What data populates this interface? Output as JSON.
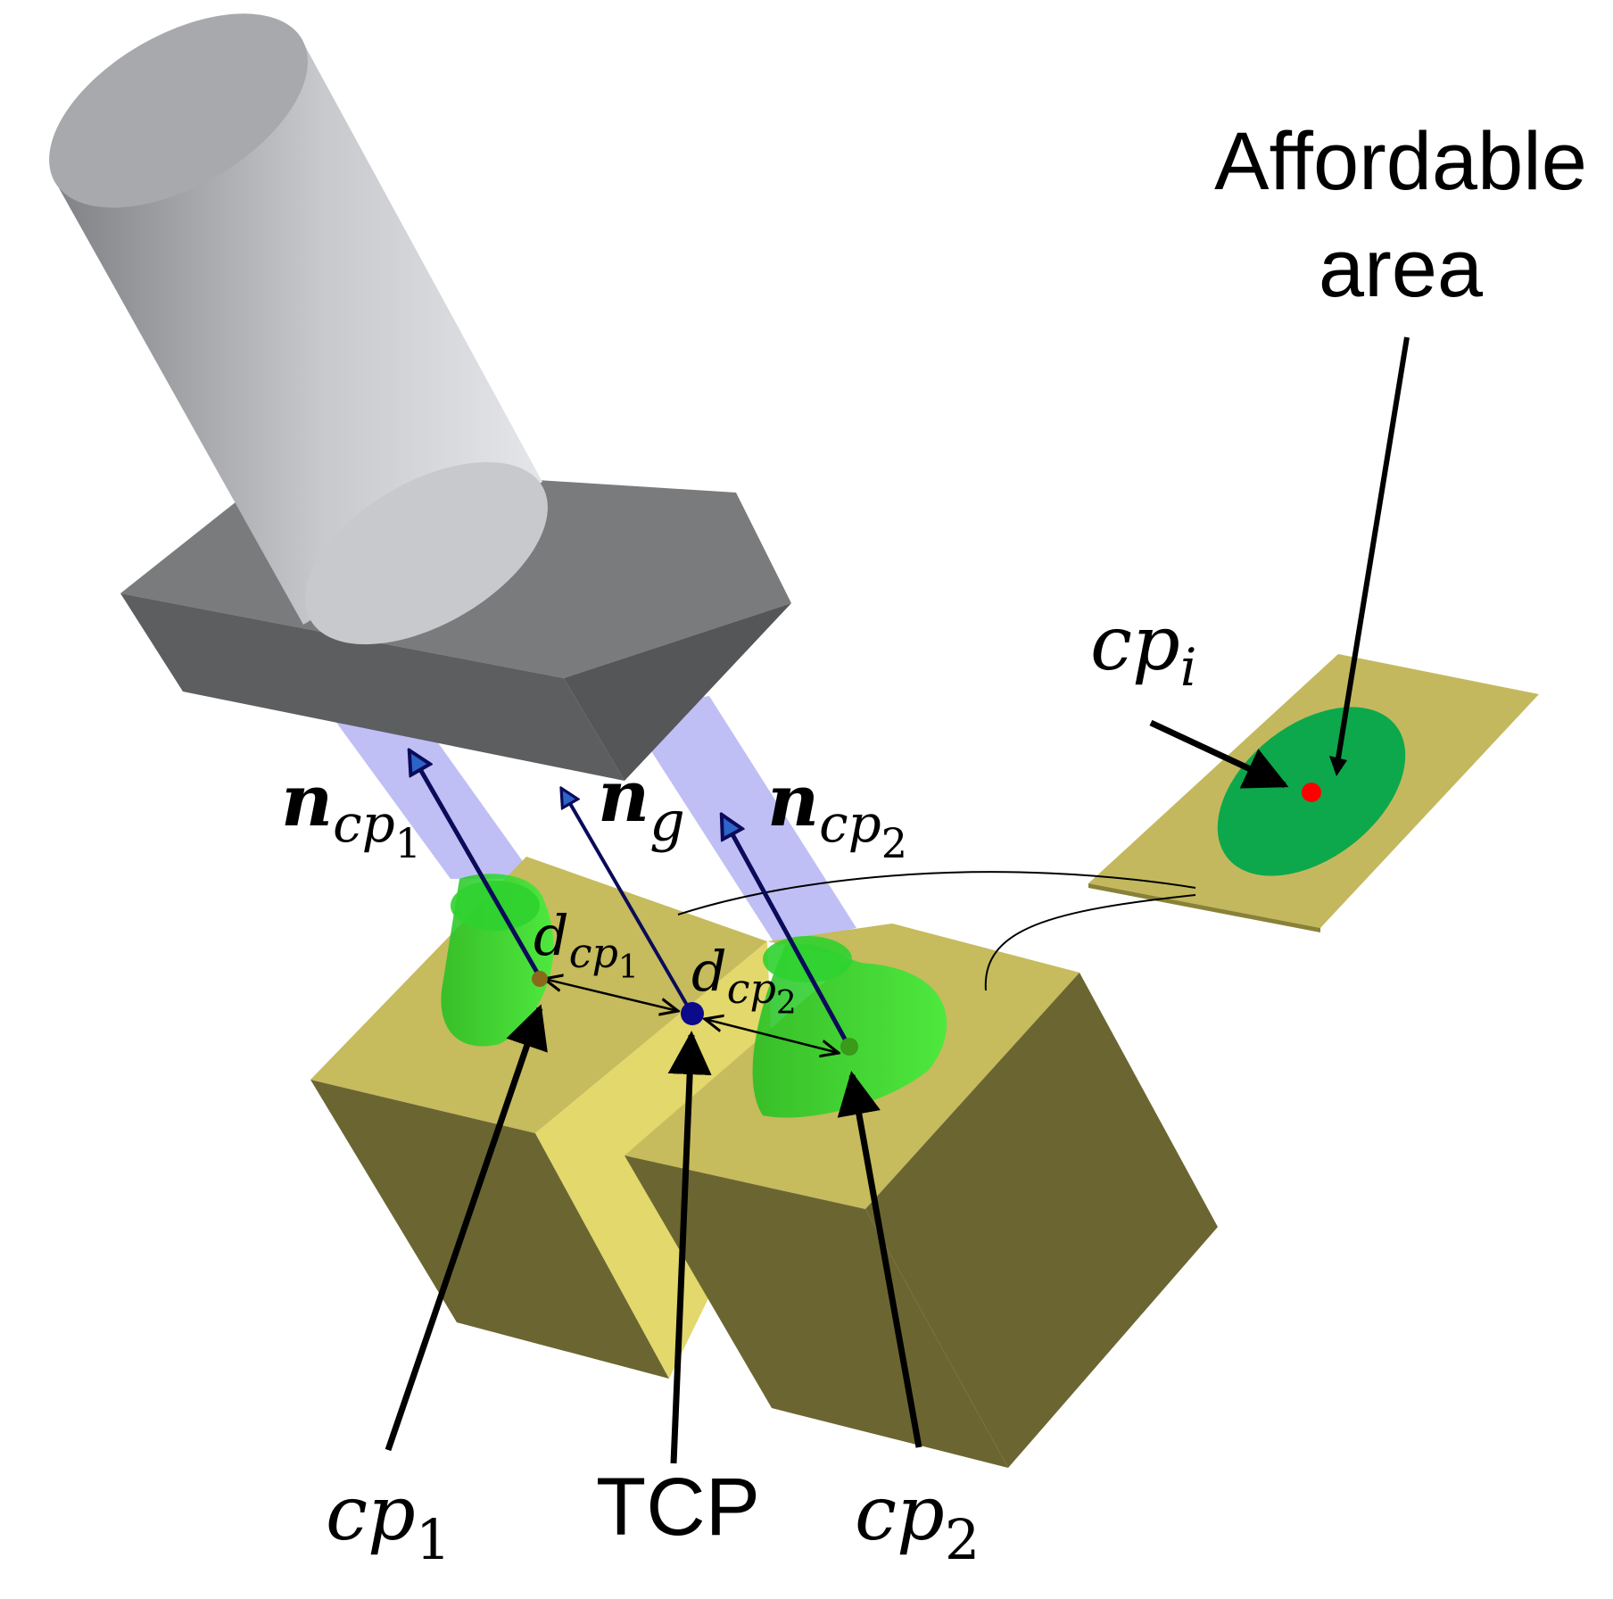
{
  "colors": {
    "gripper_top": "#7a7b7d",
    "gripper_front": "#5d5e60",
    "gripper_side": "#555658",
    "cylinder_light": "#e6e8ea",
    "cylinder_dark": "#888a8e",
    "beam": "#a9a9f2",
    "block_top": "#c6bb5d",
    "block_side": "#6b6631",
    "block_gap": "#e2d86b",
    "cone": "#2ee82e",
    "plate": "#c4b85e",
    "affordable_area": "#0da84c",
    "point_marker": "#ff0000",
    "tcp_point": "#0a0a8a",
    "normal_arrow": "#0b0b5a",
    "arrow_head_fill": "#2d64c8"
  },
  "labels": {
    "affordable_area_line1": "Affordable",
    "affordable_area_line2": "area",
    "cpi_main": "cp",
    "cpi_sub": "i",
    "n_cp1_main": "n",
    "n_cp1_sub": "cp",
    "n_cp1_subsub": "1",
    "n_g_main": "n",
    "n_g_sub": "g",
    "n_cp2_main": "n",
    "n_cp2_sub": "cp",
    "n_cp2_subsub": "2",
    "d_cp1_main": "d",
    "d_cp1_sub": "cp",
    "d_cp1_subsub": "1",
    "d_cp2_main": "d",
    "d_cp2_sub": "cp",
    "d_cp2_subsub": "2",
    "cp1_main": "cp",
    "cp1_sub": "1",
    "tcp": "TCP",
    "cp2_main": "cp",
    "cp2_sub": "2"
  }
}
